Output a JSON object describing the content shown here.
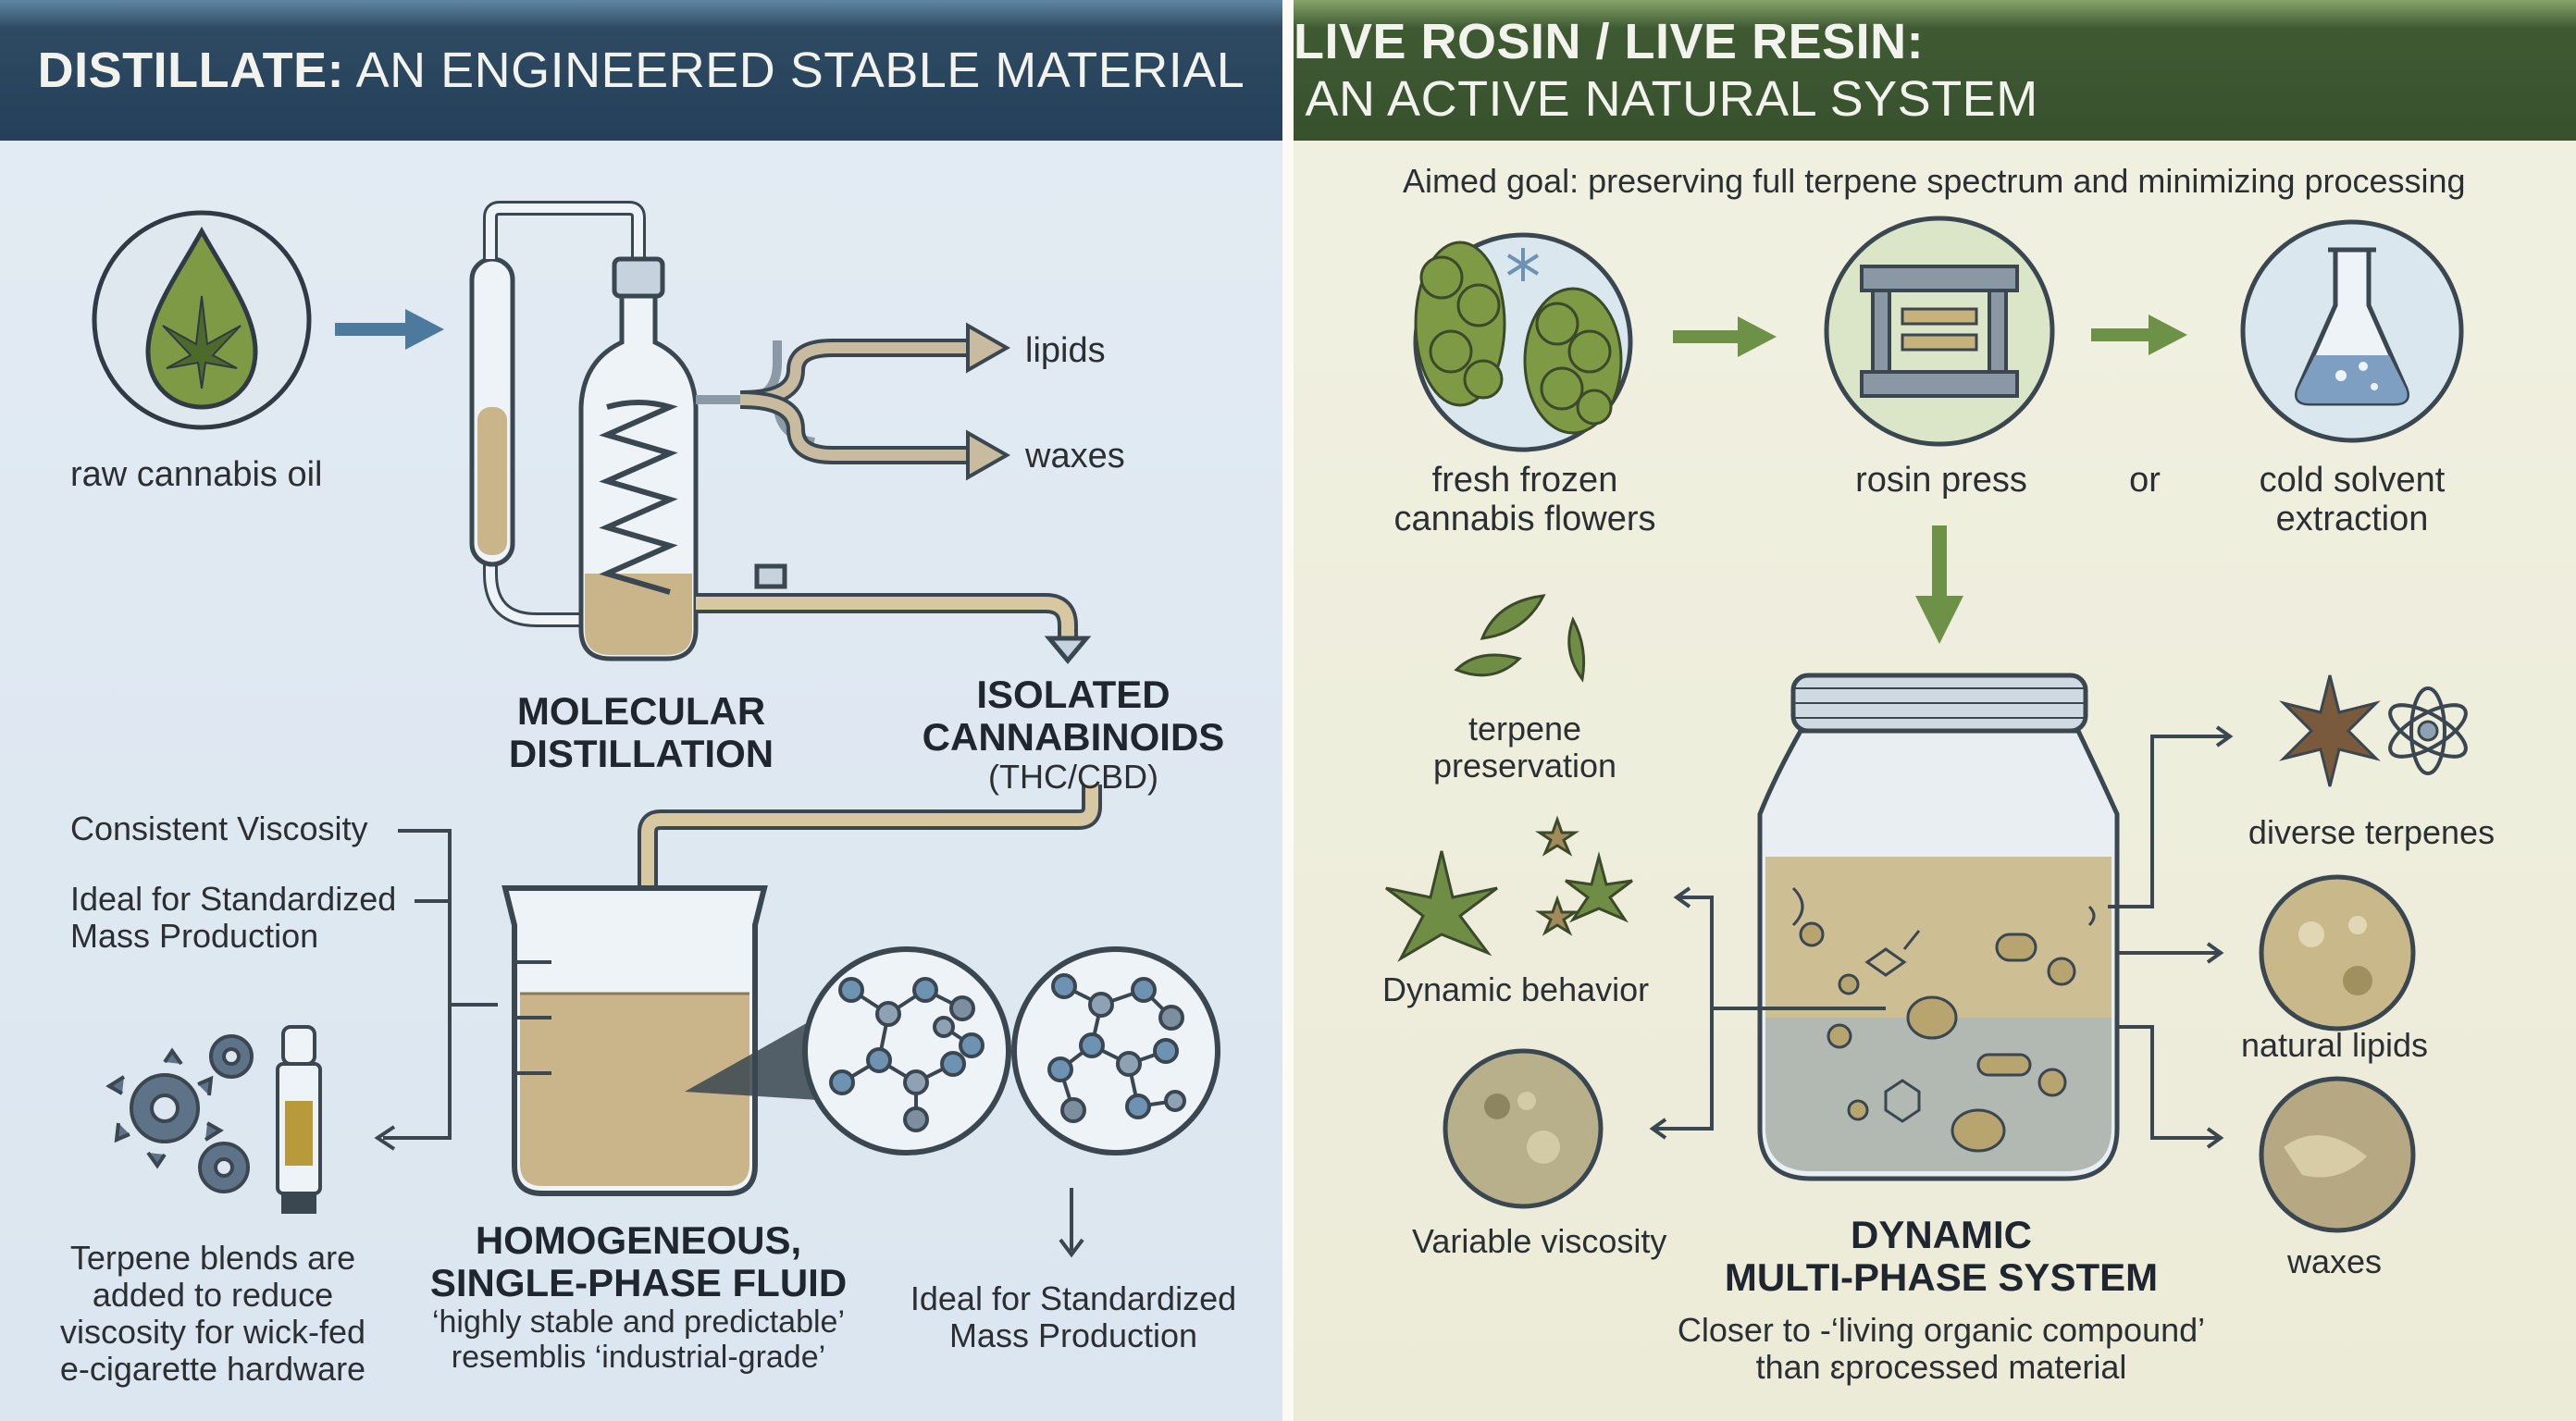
{
  "left": {
    "header": {
      "bold": "DISTILLATE:",
      "rest": " AN ENGINEERED STABLE MATERIAL"
    },
    "raw_oil": "raw cannabis oil",
    "lipids": "lipids",
    "waxes": "waxes",
    "distillation": [
      "MOLECULAR",
      "DISTILLATION"
    ],
    "isolated": [
      "ISOLATED",
      "CANNABINOIDS",
      "(THC/CBD)"
    ],
    "consistent_viscosity": "Consistent Viscosity",
    "ideal_a": [
      "Ideal for Standardized",
      "Mass Production"
    ],
    "terpene_blends": [
      "Terpene blends are",
      "added to reduce",
      "viscosity for wick-fed",
      "e-cigarette hardware"
    ],
    "homogeneous": [
      "HOMOGENEOUS,",
      "SINGLE-PHASE FLUID"
    ],
    "quote": [
      "‘highly stable and predictable’",
      "resemblis ‘industrial-grade’"
    ],
    "ideal_b": [
      "Ideal for Standardized",
      "Mass Production"
    ]
  },
  "right": {
    "header": {
      "bold": "LIVE ROSIN / LIVE RESIN:",
      "rest": " AN ACTIVE NATURAL SYSTEM"
    },
    "goal": "Aimed goal: preserving full terpene spectrum and minimizing processing",
    "fresh": [
      "fresh frozen",
      "cannabis flowers"
    ],
    "rosin_press": "rosin press",
    "or": "or",
    "cold": [
      "cold solvent",
      "extraction"
    ],
    "terpene_pres": [
      "terpene",
      "preservation"
    ],
    "dynamic_behavior": "Dynamic behavior",
    "variable_viscosity": "Variable viscosity",
    "diverse_terpenes": "diverse terpenes",
    "natural_lipids": "natural lipids",
    "waxes": "waxes",
    "dynamic_system": [
      "DYNAMIC",
      "MULTI-PHASE SYSTEM"
    ],
    "closer": [
      "Closer to -‘living organic compound’",
      "than ɛprocessed material"
    ]
  },
  "colors": {
    "left_header": "#24405a",
    "right_header": "#37512d",
    "blue_arrow": "#4d7a9c",
    "green_arrow": "#6e9148"
  }
}
